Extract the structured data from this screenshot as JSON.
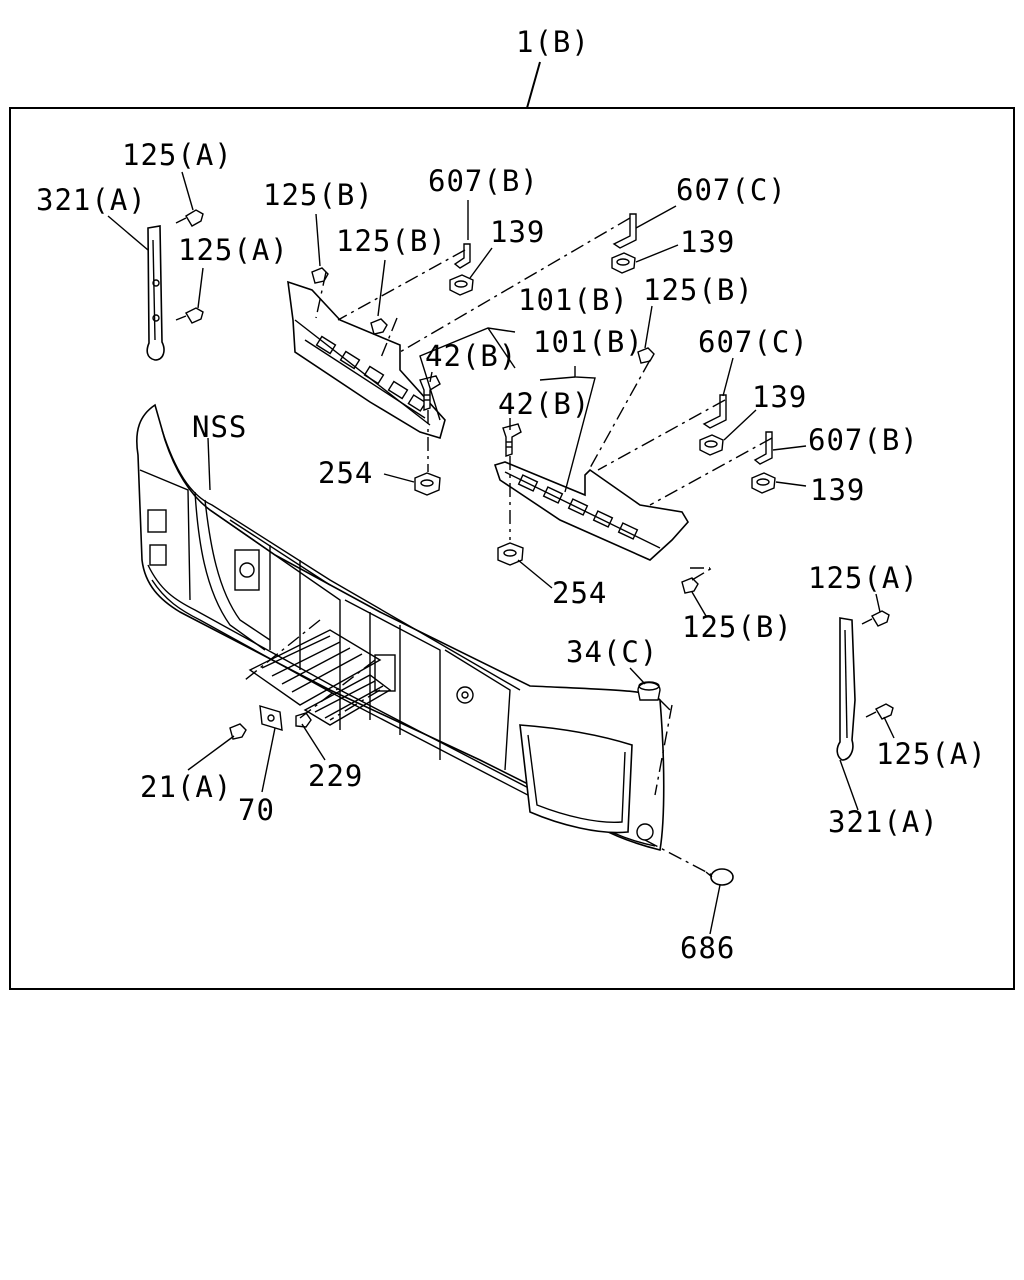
{
  "labels": {
    "assembly": "1(B)",
    "bolt_125a_1": "125(A)",
    "bracket_321a_left": "321(A)",
    "bolt_125a_2": "125(A)",
    "bolt_125b_1": "125(B)",
    "clip_607b_1": "607(B)",
    "bolt_125b_2": "125(B)",
    "nut_139_1": "139",
    "clip_607c_1": "607(C)",
    "nut_139_2": "139",
    "step_101b_1": "101(B)",
    "bolt_125b_3": "125(B)",
    "bolt_42b_1": "42(B)",
    "step_101b_2": "101(B)",
    "clip_607c_2": "607(C)",
    "bolt_42b_2": "42(B)",
    "nut_139_3": "139",
    "nss": "NSS",
    "clip_607b_2": "607(B)",
    "nut_254_1": "254",
    "nut_139_4": "139",
    "nut_254_2": "254",
    "bolt_125a_3": "125(A)",
    "bolt_125b_4": "125(B)",
    "grommet_34c": "34(C)",
    "bolt_125a_4": "125(A)",
    "bolt_21a": "21(A)",
    "nut_229": "229",
    "bracket_321a_right": "321(A)",
    "plate_70": "70",
    "cap_686": "686"
  }
}
